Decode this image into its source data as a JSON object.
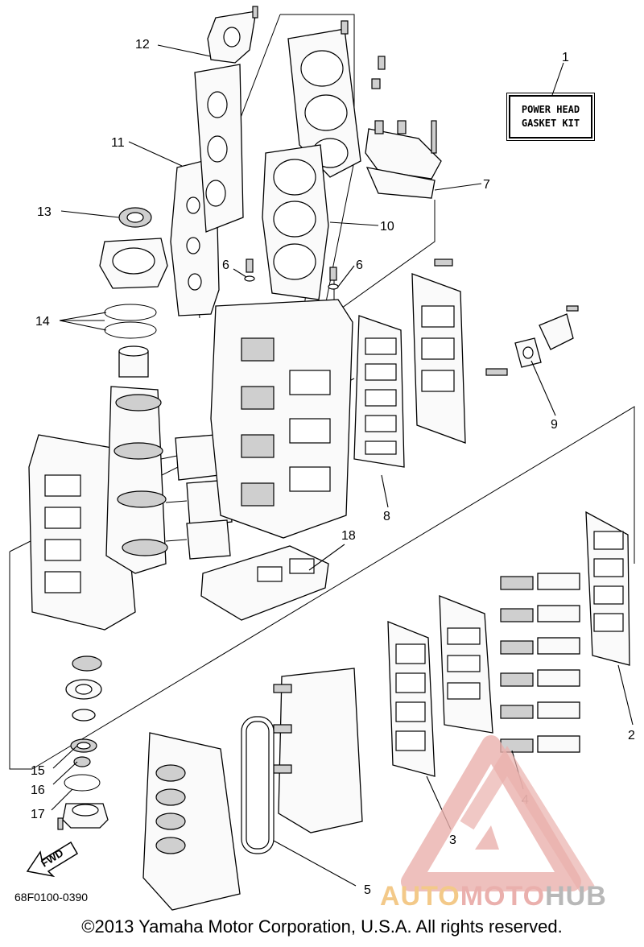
{
  "callouts": {
    "c1": "1",
    "c2": "2",
    "c3": "3",
    "c4": "4",
    "c5": "5",
    "c6a": "6",
    "c6b": "6",
    "c7": "7",
    "c8": "8",
    "c9": "9",
    "c10": "10",
    "c11": "11",
    "c12": "12",
    "c13": "13",
    "c14": "14",
    "c15": "15",
    "c16": "16",
    "c17": "17",
    "c18": "18"
  },
  "kit_label": {
    "line1": "POWER HEAD",
    "line2": "GASKET KIT"
  },
  "fwd_label": "FWD",
  "diagram_code": "68F0100-0390",
  "copyright": "©2013 Yamaha Motor Corporation, U.S.A. All rights reserved.",
  "watermark": {
    "part1": "AUTO",
    "part2": "MOTO",
    "part3": "HUB"
  },
  "colors": {
    "line": "#000000",
    "background": "#ffffff",
    "watermark_orange": "#f3c989",
    "watermark_red": "#eab0ad",
    "watermark_gray": "#b8b8b8"
  },
  "icons": {
    "fwd": "fwd-arrow-icon",
    "watermark_logo": "triangle-logo-icon"
  }
}
